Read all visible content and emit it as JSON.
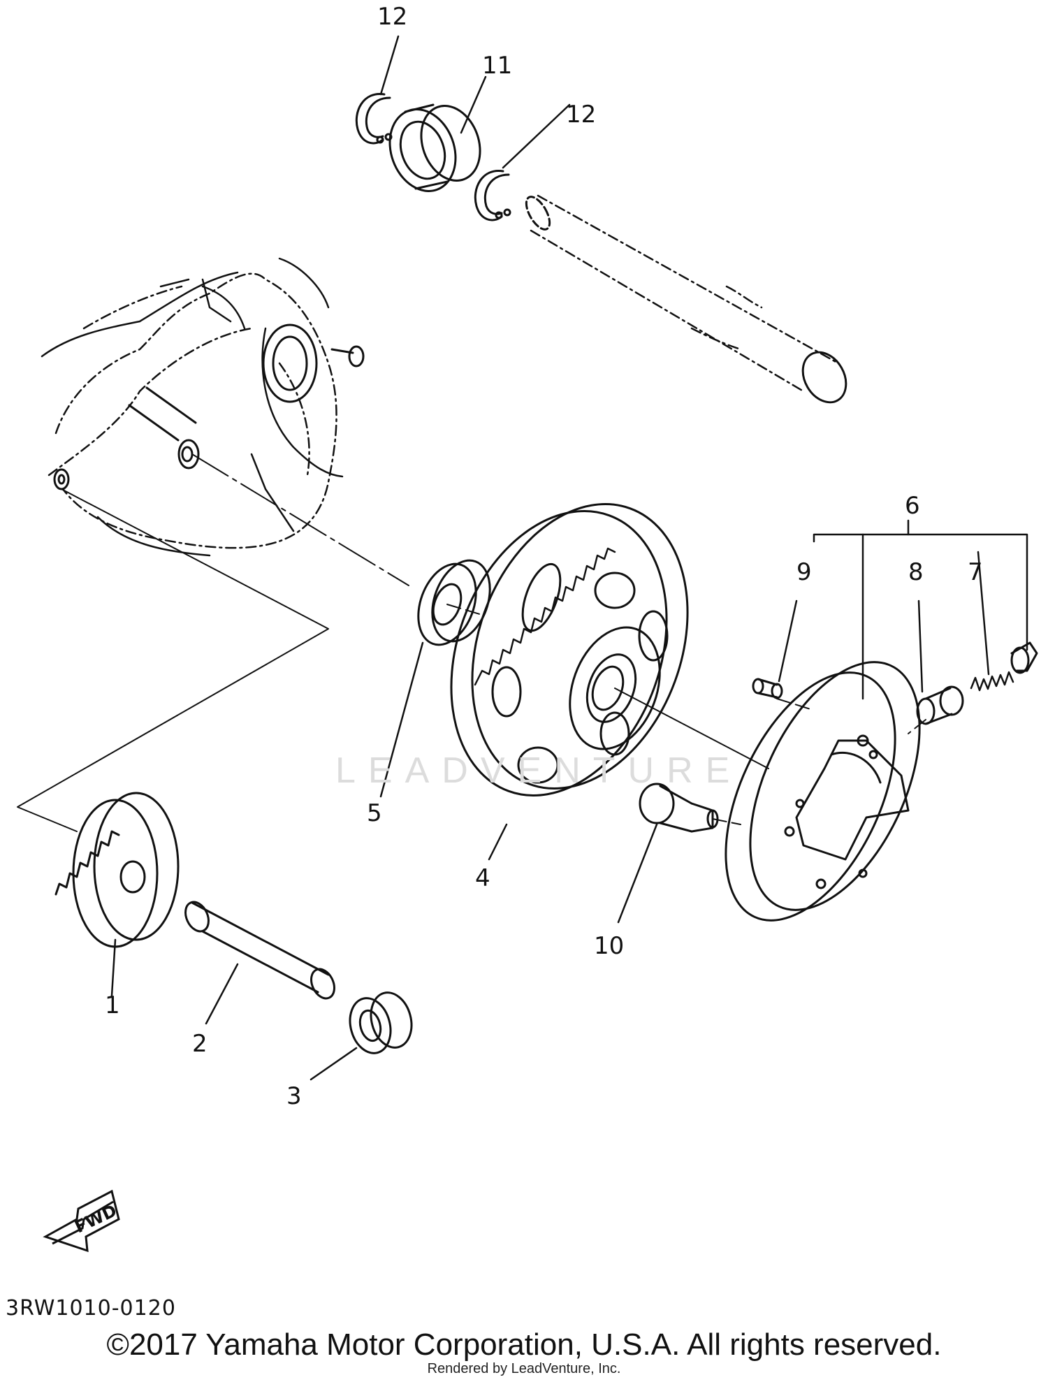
{
  "diagram": {
    "callouts": [
      "1",
      "2",
      "3",
      "4",
      "5",
      "6",
      "7",
      "8",
      "9",
      "10",
      "11",
      "12"
    ],
    "fwd_label": "FWD",
    "watermark": "LEADVENTURE",
    "diagram_code": "3RW1010-0120"
  },
  "footer": {
    "copyright": "©2017 Yamaha Motor Corporation, U.S.A. All rights reserved.",
    "rendered_by": "Rendered by LeadVenture, Inc."
  }
}
